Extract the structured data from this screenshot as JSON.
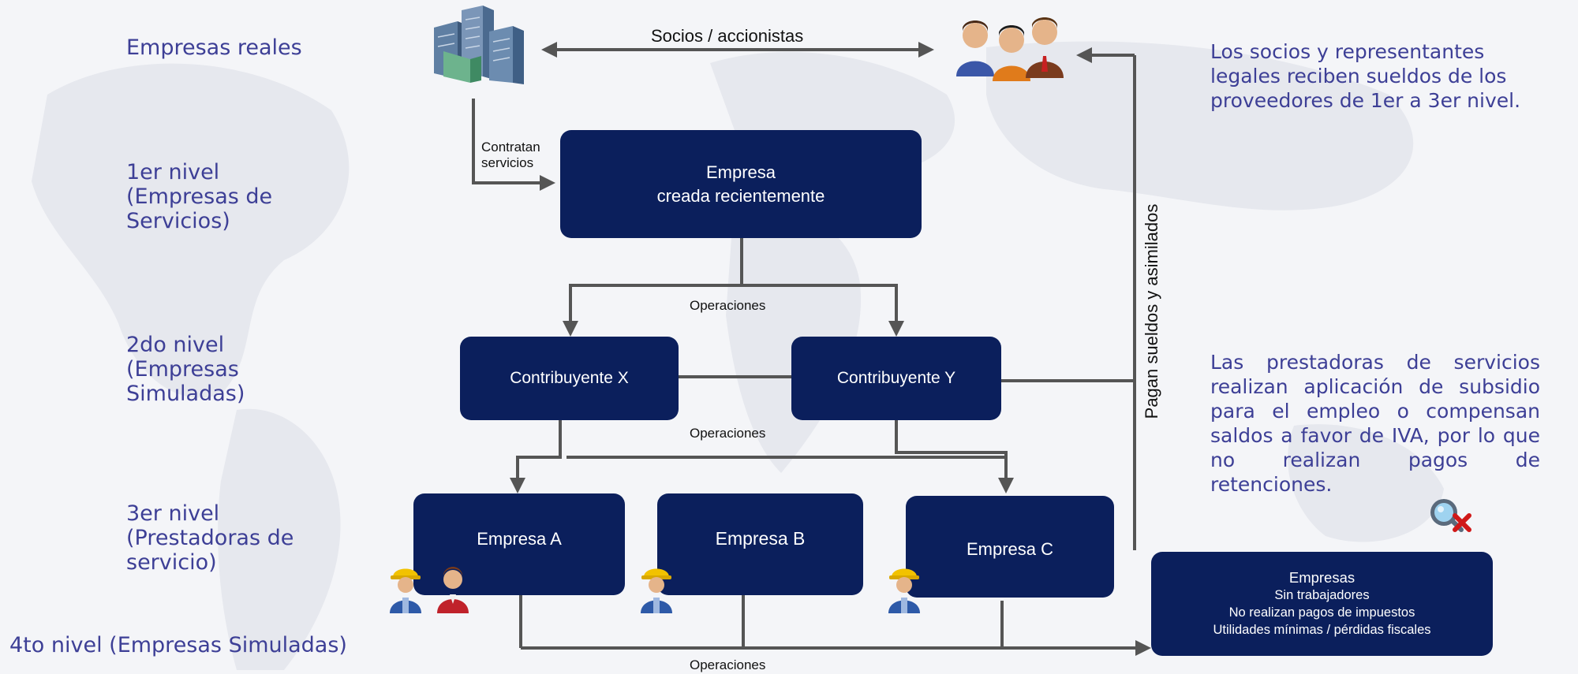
{
  "levels": {
    "real": "Empresas reales",
    "first": [
      "1er nivel",
      "(Empresas de",
      "Servicios)"
    ],
    "second": [
      "2do nivel",
      "(Empresas",
      "Simuladas)"
    ],
    "third": [
      "3er nivel",
      "(Prestadoras  de",
      "servicio)"
    ],
    "fourth": "4to nivel (Empresas Simuladas)"
  },
  "labels": {
    "socios": "Socios / accionistas",
    "contratan": [
      "Contratan",
      "servicios"
    ],
    "operaciones": "Operaciones",
    "pagan": "Pagan sueldos y asimilados"
  },
  "boxes": {
    "empresa_nueva": [
      "Empresa",
      "creada recientemente"
    ],
    "contribuyente_x": "Contribuyente X",
    "contribuyente_y": "Contribuyente Y",
    "empresa_a": "Empresa A",
    "empresa_b": "Empresa B",
    "empresa_c": "Empresa C",
    "empresas_final": {
      "title": "Empresas",
      "lines": [
        "Sin trabajadores",
        "No realizan pagos de impuestos",
        "Utilidades mínimas /  pérdidas fiscales"
      ]
    }
  },
  "notes": {
    "socios_note": [
      "Los socios y representantes",
      "legales reciben sueldos de los",
      "proveedores de 1er a 3er nivel."
    ],
    "prestadoras_note": "Las prestadoras de servicios realizan aplicación de subsidio para el empleo o compensan saldos a favor de IVA, por lo que no realizan pagos de retenciones."
  },
  "colors": {
    "box_fill": "#0b1f5c",
    "level_text": "#3d3f96",
    "connector": "#555555"
  },
  "icons": [
    "buildings-icon",
    "people-group-icon",
    "worker-icon",
    "person-icon",
    "no-search-icon"
  ]
}
